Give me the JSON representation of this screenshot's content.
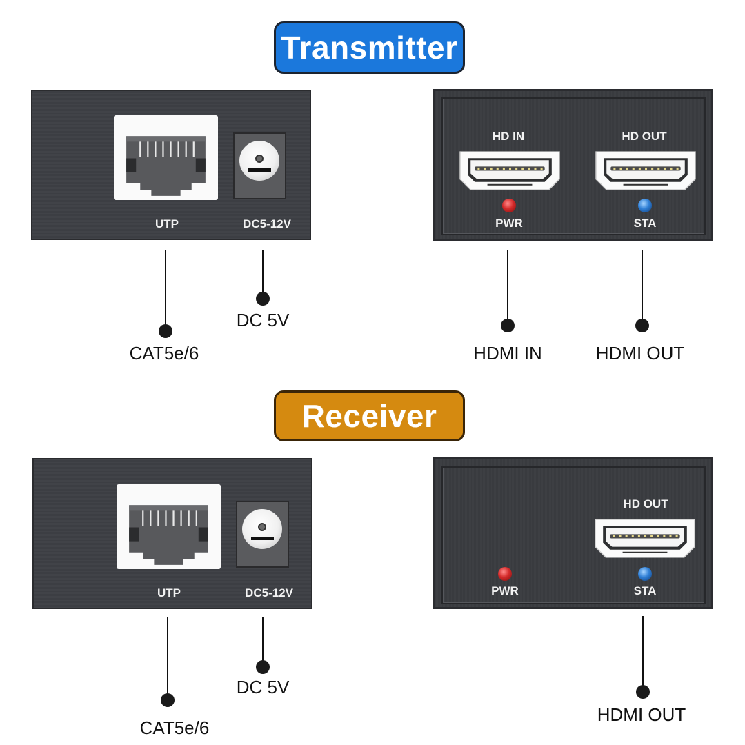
{
  "transmitter": {
    "title": "Transmitter",
    "badge_color": "#1b78dc",
    "left_panel": {
      "port_labels": {
        "utp": "UTP",
        "dc": "DC5-12V"
      },
      "connectors": {
        "utp": "CAT5e/6",
        "dc": "DC 5V"
      }
    },
    "right_panel": {
      "port_labels": {
        "hd_in": "HD IN",
        "hd_out": "HD OUT"
      },
      "led_labels": {
        "pwr": "PWR",
        "sta": "STA"
      },
      "led_colors": {
        "pwr": "#d42a2a",
        "sta": "#2f7fd6"
      },
      "connectors": {
        "hd_in": "HDMI IN",
        "hd_out": "HDMI OUT"
      }
    }
  },
  "receiver": {
    "title": "Receiver",
    "badge_color": "#d58a10",
    "left_panel": {
      "port_labels": {
        "utp": "UTP",
        "dc": "DC5-12V"
      },
      "connectors": {
        "utp": "CAT5e/6",
        "dc": "DC 5V"
      }
    },
    "right_panel": {
      "port_labels": {
        "hd_out": "HD OUT"
      },
      "led_labels": {
        "pwr": "PWR",
        "sta": "STA"
      },
      "led_colors": {
        "pwr": "#d42a2a",
        "sta": "#2f7fd6"
      },
      "connectors": {
        "hd_out": "HDMI OUT"
      }
    }
  }
}
